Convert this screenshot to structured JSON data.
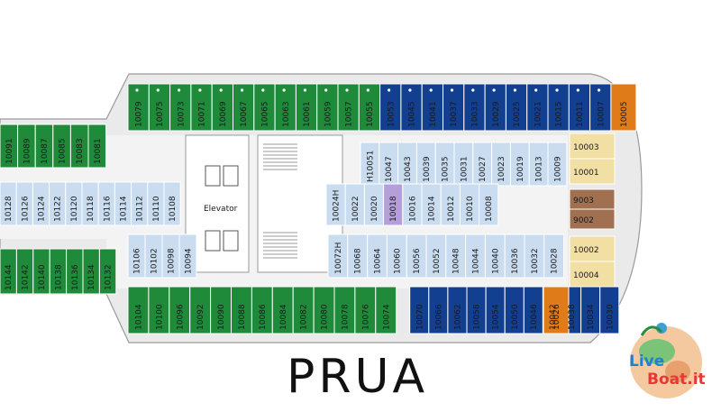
{
  "title": "PRUA",
  "elevator_label": "Elevator",
  "logo_text": "LiveBoat.it",
  "colors": {
    "green": "#1f8a3a",
    "blue": "#123f8f",
    "light": "#c9dcf0",
    "orange": "#e07b1a",
    "suite": "#f2dfa4",
    "brown": "#a07050",
    "corridor": "#f3f3f3",
    "hull": "#eaeaea"
  },
  "top_outer_green": [
    "10079",
    "10075",
    "10073",
    "10071",
    "10069",
    "10067",
    "10065",
    "10063",
    "10061",
    "10059",
    "10057",
    "10055"
  ],
  "top_outer_blue": [
    "10053",
    "10045",
    "10041",
    "10037",
    "10033",
    "10029",
    "10025",
    "10021",
    "10015",
    "10011",
    "10007"
  ],
  "top_orange": "10005",
  "bottom_outer_green": [
    "10104",
    "10100",
    "10096",
    "10092",
    "10090",
    "10088",
    "10086",
    "10084",
    "10082",
    "10080",
    "10078",
    "10076",
    "10074"
  ],
  "bottom_outer_blue": [
    "10070",
    "10066",
    "10062",
    "10058",
    "10054",
    "10050",
    "10046",
    "10042",
    "10038",
    "10034",
    "10030"
  ],
  "bottom_orange": "10026",
  "top_left_green": [
    "10091",
    "10089",
    "10087",
    "10085",
    "10083",
    "10081"
  ],
  "bottom_left_green": [
    "10144",
    "10142",
    "10140",
    "10138",
    "10136",
    "10134",
    "10132"
  ],
  "top_inner": [
    "H10051",
    "10047",
    "10043",
    "10039",
    "10035",
    "10031",
    "10027",
    "10023",
    "10019",
    "10013",
    "10009"
  ],
  "mid_left": [
    "10128",
    "10126",
    "10124",
    "10122",
    "10120",
    "10118",
    "10116",
    "10114",
    "10112",
    "10110",
    "10108"
  ],
  "mid_right_top": [
    "10024H",
    "10022",
    "10020",
    "10018",
    "10016",
    "10014",
    "10012",
    "10010",
    "10008"
  ],
  "bottom_inner_left": [
    "10106",
    "10102",
    "10098",
    "10094"
  ],
  "bottom_inner": [
    "10072H",
    "10068",
    "10064",
    "10060",
    "10056",
    "10052",
    "10048",
    "10044",
    "10040",
    "10036",
    "10032",
    "10028"
  ],
  "suites": [
    "10003",
    "10001",
    "9003",
    "9002",
    "10002",
    "10004"
  ]
}
